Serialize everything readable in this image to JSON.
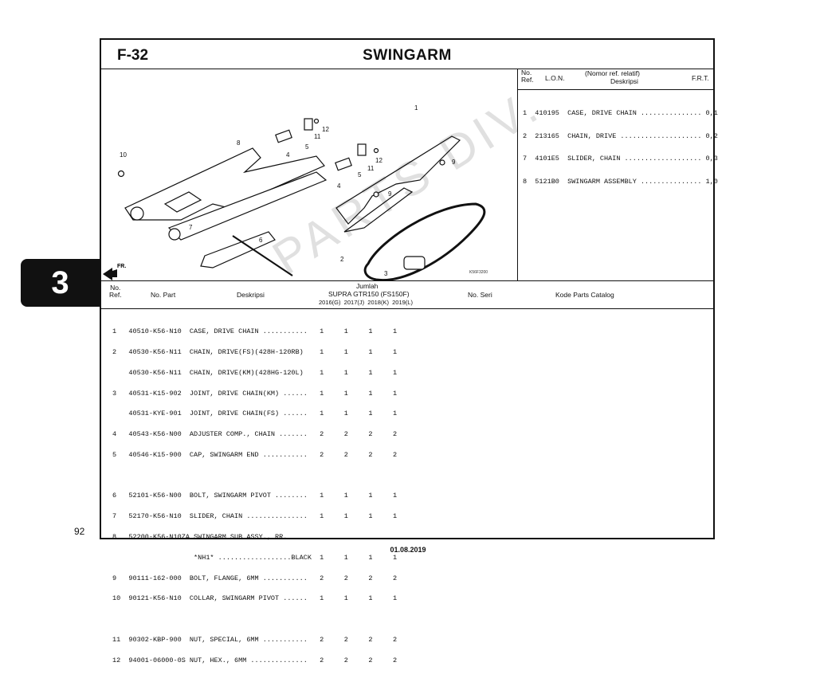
{
  "figure_no": "F-32",
  "title": "SWINGARM",
  "section_tab": "3",
  "page_number": "92",
  "date": "01.08.2019",
  "watermark": "PARTS DIV.",
  "diagram": {
    "code": "K56F3200",
    "front_arrow": "FR.",
    "callouts": [
      "1",
      "2",
      "3",
      "4",
      "4",
      "5",
      "5",
      "6",
      "7",
      "8",
      "9",
      "9",
      "10",
      "11",
      "11",
      "12",
      "12"
    ]
  },
  "relative_table": {
    "headers": {
      "no_ref": "No.\nRef.",
      "lon": "L.O.N.",
      "nomor_ref": "(Nomor ref. relatif)",
      "deskripsi": "Deskripsi",
      "frt": "F.R.T."
    },
    "rows": [
      "1  410195  CASE, DRIVE CHAIN ............... 0,1",
      "2  213165  CHAIN, DRIVE .................... 0,2",
      "7  4101E5  SLIDER, CHAIN ................... 0,3",
      "8  5121B0  SWINGARM ASSEMBLY ............... 1,0"
    ]
  },
  "parts_header": {
    "no_ref": "No.\nRef.",
    "no_part": "No. Part",
    "deskripsi": "Deskripsi",
    "jumlah": "Jumlah",
    "model": "SUPRA GTR150 (FS150F)",
    "years": "2016(G)  2017(J)  2018(K)  2019(L)",
    "no_seri": "No. Seri",
    "kode": "Kode Parts Catalog"
  },
  "parts_rows": [
    "1   40510-K56-N10  CASE, DRIVE CHAIN ...........   1     1     1     1",
    "2   40530-K56-N11  CHAIN, DRIVE(FS)(428H-120RB)    1     1     1     1",
    "    40530-K56-N11  CHAIN, DRIVE(KM)(428HG-120L)    1     1     1     1",
    "3   40531-K15-902  JOINT, DRIVE CHAIN(KM) ......   1     1     1     1",
    "    40531-KYE-901  JOINT, DRIVE CHAIN(FS) ......   1     1     1     1",
    "4   40543-K56-N00  ADJUSTER COMP., CHAIN .......   2     2     2     2",
    "5   40546-K15-900  CAP, SWINGARM END ...........   2     2     2     2",
    "",
    "6   52101-K56-N00  BOLT, SWINGARM PIVOT ........   1     1     1     1",
    "7   52170-K56-N10  SLIDER, CHAIN ...............   1     1     1     1",
    "8   52200-K56-N10ZA SWINGARM SUB ASSY., RR.",
    "                    *NH1* ..................BLACK  1     1     1     1",
    "9   90111-162-000  BOLT, FLANGE, 6MM ...........   2     2     2     2",
    "10  90121-K56-N10  COLLAR, SWINGARM PIVOT ......   1     1     1     1",
    "",
    "11  90302-KBP-900  NUT, SPECIAL, 6MM ...........   2     2     2     2",
    "12  94001-06000-0S NUT, HEX., 6MM ..............   2     2     2     2"
  ]
}
